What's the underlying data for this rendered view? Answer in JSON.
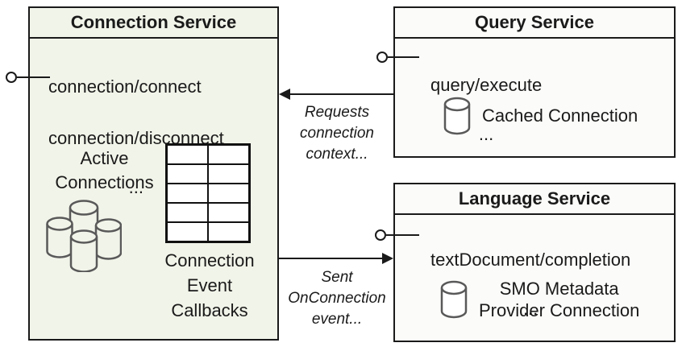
{
  "colors": {
    "connection_box_bg": "#f1f4e9",
    "service_box_bg": "#fbfbf9",
    "border": "#1a1a1a",
    "cylinder_stroke": "#595959",
    "table_line": "#111111"
  },
  "connection_service": {
    "title": "Connection Service",
    "methods": [
      "connection/connect",
      "connection/disconnect"
    ],
    "methods_ellipsis": "...",
    "active_connections_label": "Active\nConnections",
    "callback_table": {
      "rows": 5,
      "cols": 2
    },
    "callback_label": "Connection\nEvent\nCallbacks"
  },
  "query_service": {
    "title": "Query Service",
    "methods": [
      "query/execute"
    ],
    "methods_ellipsis": "...",
    "cached_connection_label": "Cached Connection"
  },
  "language_service": {
    "title": "Language Service",
    "methods": [
      "textDocument/completion"
    ],
    "methods_ellipsis": "...",
    "smo_connection_label": "SMO Metadata\nProvider Connection"
  },
  "arrows": {
    "query_to_connection_label": "Requests\nconnection\ncontext...",
    "connection_to_language_label": "Sent\nOnConnection\nevent..."
  },
  "icons": {
    "active_connections": "database-cluster-icon",
    "cached_connection": "database-icon",
    "smo_connection": "database-icon",
    "interface_connector": "lollipop-interface-icon"
  }
}
